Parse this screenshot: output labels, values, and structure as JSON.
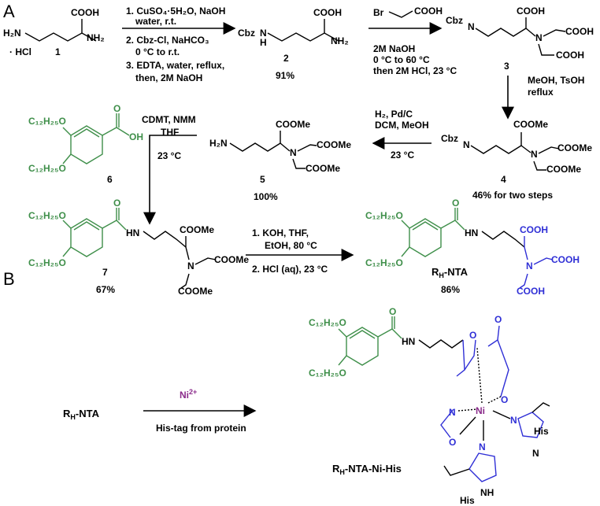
{
  "panel_a": "A",
  "panel_b": "B",
  "cmpd1": {
    "formula_prefix": "· HCl",
    "id": "1",
    "cooh": "COOH",
    "nh2": "NH2",
    "h2n": "H2N"
  },
  "step1": {
    "l1": "1. CuSO4·5H2O, NaOH",
    "l2": "water, r.t.",
    "l3": "2. Cbz-Cl, NaHCO3",
    "l4": "0 °C to r.t.",
    "l5": "3. EDTA, water, reflux,",
    "l6": "then, 2M NaOH"
  },
  "cmpd2": {
    "id": "2",
    "yield": "91%",
    "cbz": "Cbz",
    "nh": "N",
    "h": "H",
    "cooh": "COOH",
    "nh2": "NH2"
  },
  "step2": {
    "reagent": "Br",
    "cooh": "COOH",
    "l1": "2M NaOH",
    "l2": "0 °C to 60 °C",
    "l3": "then 2M HCl, 23 °C"
  },
  "cmpd3": {
    "id": "3",
    "cbz": "Cbz",
    "cooh": "COOH",
    "n": "N"
  },
  "step3": {
    "l1": "MeOH, TsOH",
    "l2": "reflux"
  },
  "cmpd4": {
    "id": "4",
    "yield": "46% for two steps",
    "coome": "COOMe",
    "cbz": "Cbz"
  },
  "step4": {
    "l1": "H2, Pd/C",
    "l2": "DCM, MeOH",
    "l3": "23 °C"
  },
  "cmpd5": {
    "id": "5",
    "yield": "100%",
    "coome": "COOMe",
    "h2n": "H2N"
  },
  "step5": {
    "l1": "CDMT, NMM",
    "l2": "THF",
    "l3": "23 °C"
  },
  "cmpd6": {
    "id": "6",
    "c12": "C12H25O",
    "oh": "OH",
    "o": "O"
  },
  "cmpd7": {
    "id": "7",
    "yield": "67%",
    "hn": "HN",
    "coome": "COOMe"
  },
  "step6": {
    "l1": "1. KOH, THF,",
    "l2": "EtOH, 80 °C",
    "l3": "2. HCl (aq), 23 °C"
  },
  "product": {
    "name": "RH-NTA",
    "yield": "86%",
    "cooh": "COOH"
  },
  "panel_b_content": {
    "left_label": "RH-NTA",
    "reagent": "Ni2+",
    "condition": "His-tag from protein",
    "product_label": "RH-NTA-Ni-His",
    "his1": "His",
    "his2": "His",
    "ni": "Ni",
    "n": "N",
    "o": "O"
  }
}
